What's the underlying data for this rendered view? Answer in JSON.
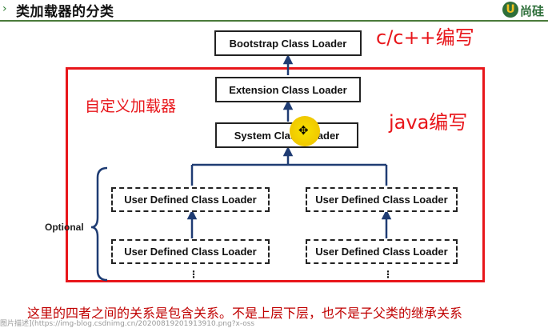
{
  "header": {
    "bullet_icon": "chevron-right",
    "title": "类加载器的分类",
    "brand_mark": "U",
    "brand_text": "尚硅"
  },
  "diagram": {
    "bootstrap": "Bootstrap Class Loader",
    "extension": "Extension Class Loader",
    "system": "System Class Loader",
    "user_defined": "User Defined Class Loader",
    "optional": "Optional",
    "ellipsis": "⋮"
  },
  "annotations": {
    "cpp_written": "c/c++编写",
    "custom_loader": "自定义加载器",
    "java_written": "java编写"
  },
  "note": "这里的四者之间的关系是包含关系。不是上层下层，也不是子父类的继承关系",
  "caption": "图片描述](https://img-blog.csdnimg.cn/20200819201913910.png?x-oss",
  "colors": {
    "red": "#e8161b",
    "title_green": "#2e6f3a",
    "highlight": "#f0c800"
  }
}
